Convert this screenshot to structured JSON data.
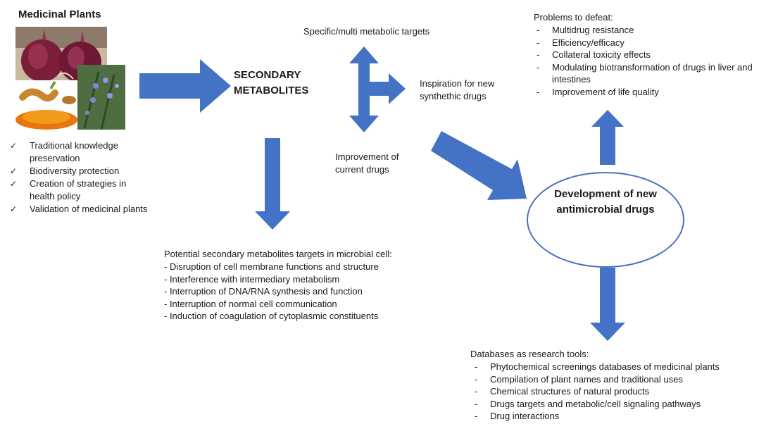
{
  "colors": {
    "arrow": "#4472c4",
    "ellipse_border": "#4a71c1",
    "text": "#1a1a1a"
  },
  "medicinal_plants": {
    "title": "Medicinal Plants",
    "checklist": [
      "Traditional knowledge preservation",
      "Biodiversity protection",
      "Creation of strategies in health policy",
      "Validation of medicinal plants"
    ],
    "check_icon": "check-icon"
  },
  "secondary_metabolites": {
    "title": "SECONDARY METABOLITES"
  },
  "specific_targets": "Specific/multi metabolic targets",
  "inspiration": "Inspiration for new synthethic drugs",
  "improvement": "Improvement of current drugs",
  "problems": {
    "heading": "Problems to defeat:",
    "items": [
      "Multidrug resistance",
      "Efficiency/efficacy",
      "Collateral toxicity effects",
      "Modulating biotransformation of drugs in liver and intestines",
      "Improvement of life quality"
    ]
  },
  "development": {
    "label": "Development of new antimicrobial drugs"
  },
  "targets": {
    "heading": "Potential secondary metabolites targets in microbial cell:",
    "items": [
      "- Disruption of cell membrane functions and structure",
      "- Interference with intermediary metabolism",
      "- Interruption of DNA/RNA synthesis and function",
      "- Interruption of normal cell communication",
      "- Induction of coagulation of cytoplasmic constituents"
    ]
  },
  "databases": {
    "heading": "Databases as research tools:",
    "items": [
      "Phytochemical screenings databases of medicinal plants",
      "Compilation of plant names and traditional uses",
      "Chemical structures of natural products",
      "Drugs targets and metabolic/cell signaling  pathways",
      "Drug interactions"
    ]
  }
}
